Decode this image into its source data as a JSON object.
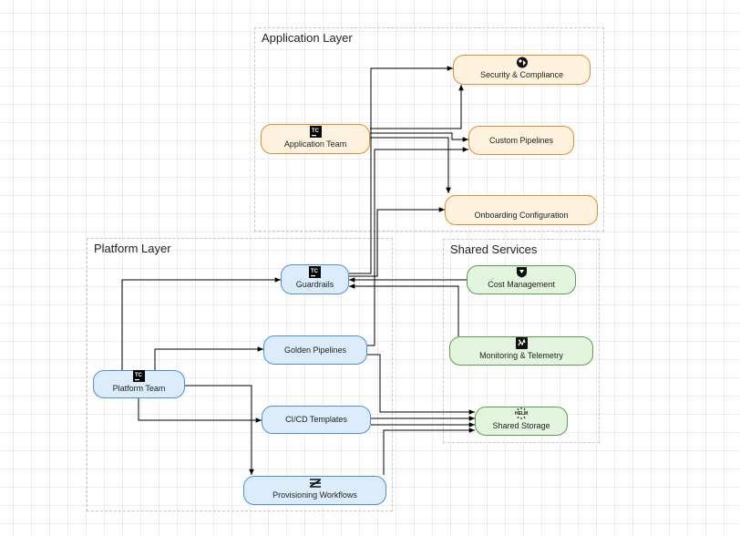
{
  "groups": {
    "application": "Application Layer",
    "platform": "Platform Layer",
    "shared": "Shared Services"
  },
  "nodes": {
    "security": {
      "label": "Security & Compliance",
      "icon": "shield-figure-icon"
    },
    "app_team": {
      "label": "Application Team",
      "icon": "teamcity-icon"
    },
    "custom_pipelines": {
      "label": "Custom Pipelines"
    },
    "onboarding": {
      "label": "Onboarding Configuration"
    },
    "guardrails": {
      "label": "Guardrails",
      "icon": "teamcity-icon"
    },
    "cost": {
      "label": "Cost Management",
      "icon": "cost-shield-icon"
    },
    "golden": {
      "label": "Golden Pipelines"
    },
    "monitoring": {
      "label": "Monitoring & Telemetry",
      "icon": "monitoring-icon"
    },
    "platform_team": {
      "label": "Platform Team",
      "icon": "teamcity-icon"
    },
    "cicd": {
      "label": "CI/CD Templates"
    },
    "storage": {
      "label": "Shared Storage",
      "icon": "helm-icon"
    },
    "provisioning": {
      "label": "Provisioning Workflows",
      "icon": "provisioning-icon"
    }
  },
  "colors": {
    "application_fill": "#fff2df",
    "application_stroke": "#e68a2e",
    "platform_fill": "#dcecfb",
    "platform_stroke": "#4e8fd6",
    "shared_fill": "#e3f4df",
    "shared_stroke": "#5a9d4b",
    "edge": "#000000"
  }
}
